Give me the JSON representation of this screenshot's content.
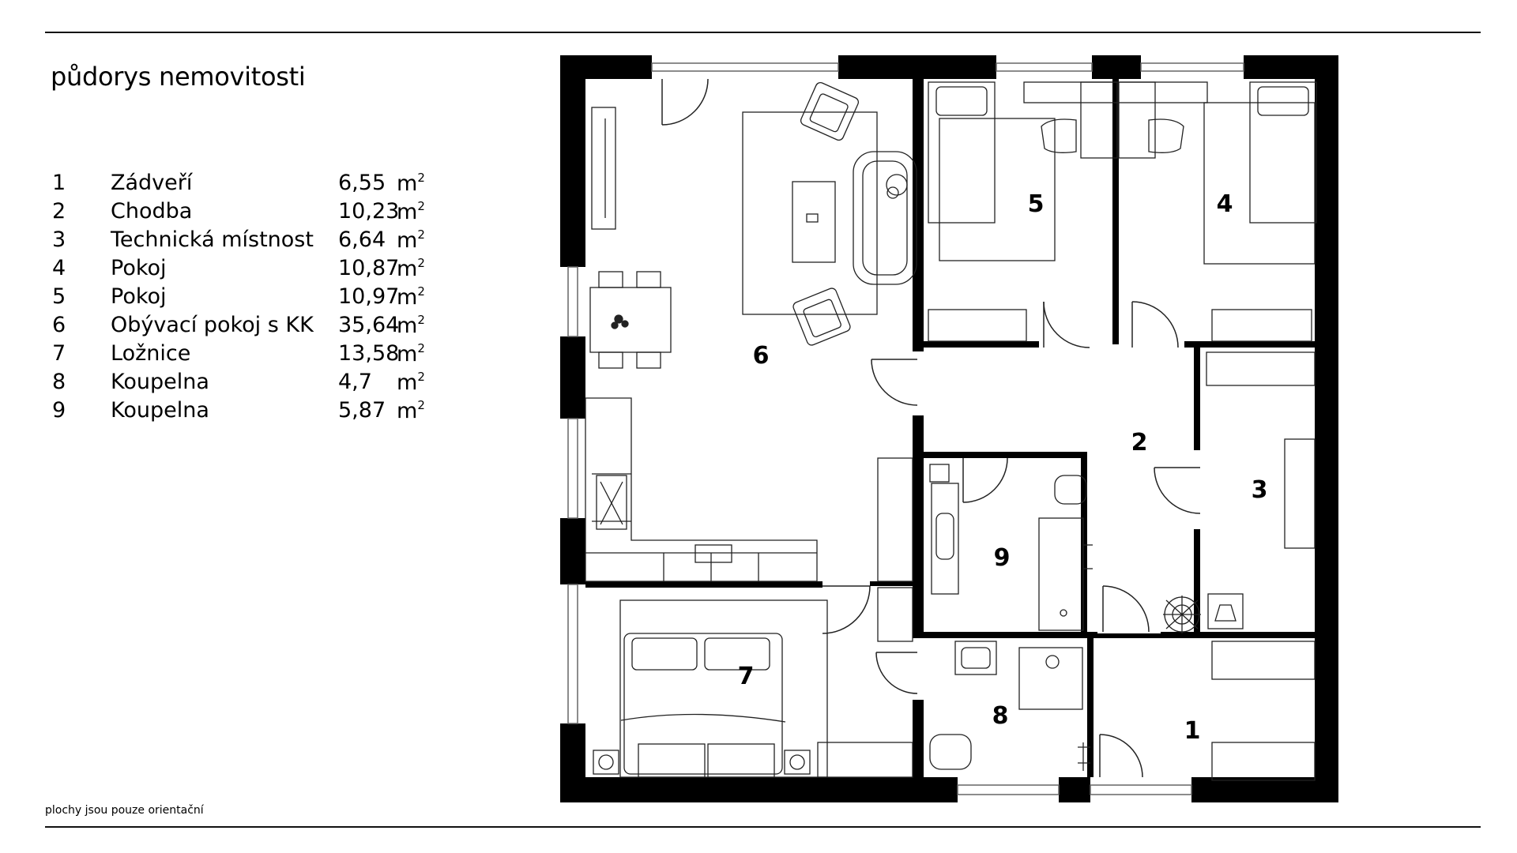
{
  "title": "půdorys nemovitosti",
  "legend": [
    {
      "num": "1",
      "name": "Zádveří",
      "area": "6,55",
      "unit": "m",
      "sup": "2"
    },
    {
      "num": "2",
      "name": "Chodba",
      "area": "10,23",
      "unit": "m",
      "sup": "2"
    },
    {
      "num": "3",
      "name": "Technická místnost",
      "area": "6,64",
      "unit": "m",
      "sup": "2"
    },
    {
      "num": "4",
      "name": "Pokoj",
      "area": "10,87",
      "unit": "m",
      "sup": "2"
    },
    {
      "num": "5",
      "name": "Pokoj",
      "area": "10,97",
      "unit": "m",
      "sup": "2"
    },
    {
      "num": "6",
      "name": "Obývací pokoj s KK",
      "area": "35,64",
      "unit": "m",
      "sup": "2"
    },
    {
      "num": "7",
      "name": "Ložnice",
      "area": "13,58",
      "unit": "m",
      "sup": "2"
    },
    {
      "num": "8",
      "name": "Koupelna",
      "area": "4,7",
      "unit": "m",
      "sup": "2"
    },
    {
      "num": "9",
      "name": "Koupelna",
      "area": "5,87",
      "unit": "m",
      "sup": "2"
    }
  ],
  "note": "plochy jsou pouze orientační",
  "rooms": {
    "r1": "1",
    "r2": "2",
    "r3": "3",
    "r4": "4",
    "r5": "5",
    "r6": "6",
    "r7": "7",
    "r8": "8",
    "r9": "9"
  },
  "colors": {
    "wall": "#000000",
    "line": "#222222",
    "background": "#ffffff"
  }
}
